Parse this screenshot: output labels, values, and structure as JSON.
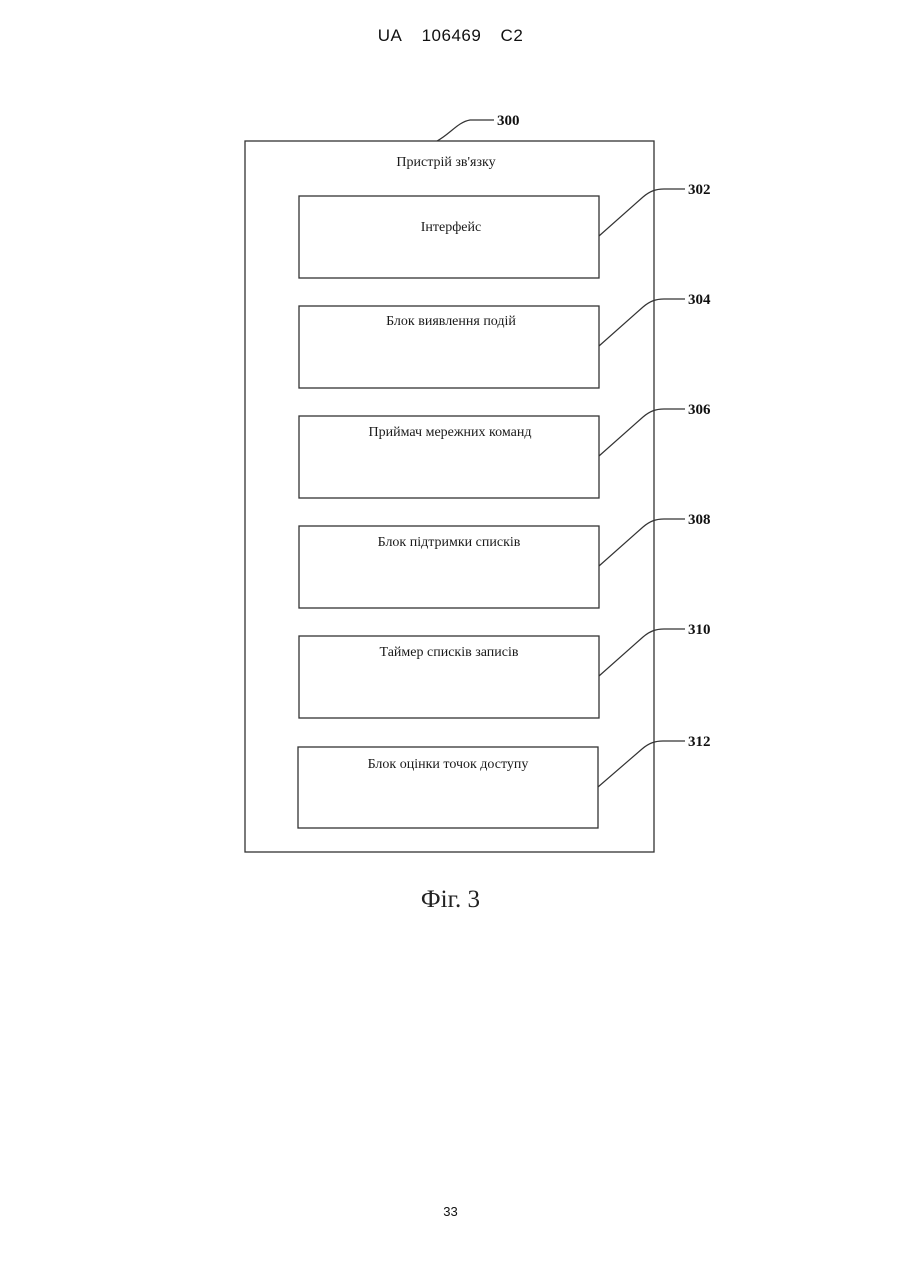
{
  "header": {
    "country": "UA",
    "number": "106469",
    "kind": "C2"
  },
  "diagram": {
    "outer": {
      "ref": "300",
      "title": "Пристрій зв'язку"
    },
    "blocks": [
      {
        "ref": "302",
        "label": "Інтерфейс"
      },
      {
        "ref": "304",
        "label": "Блок виявлення подій"
      },
      {
        "ref": "306",
        "label": "Приймач мережних команд"
      },
      {
        "ref": "308",
        "label": "Блок підтримки списків"
      },
      {
        "ref": "310",
        "label": "Таймер списків записів"
      },
      {
        "ref": "312",
        "label": "Блок оцінки точок доступу"
      }
    ]
  },
  "caption": "Фіг. 3",
  "page_number": "33"
}
